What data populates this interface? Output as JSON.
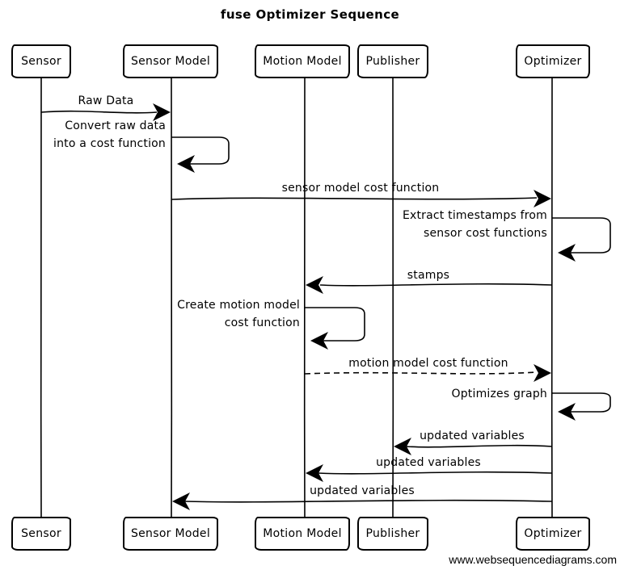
{
  "title": "fuse Optimizer Sequence",
  "watermark": "www.websequencediagrams.com",
  "colors": {
    "line": "#000000",
    "background": "#ffffff",
    "text": "#000000"
  },
  "actors": [
    {
      "name": "Sensor"
    },
    {
      "name": "Sensor Model"
    },
    {
      "name": "Motion Model"
    },
    {
      "name": "Publisher"
    },
    {
      "name": "Optimizer"
    }
  ],
  "messages": [
    {
      "from": "Sensor",
      "to": "Sensor Model",
      "type": "solid",
      "label": "Raw Data"
    },
    {
      "from": "Sensor Model",
      "to": "Sensor Model",
      "type": "self",
      "label": "Convert raw data\ninto a cost function"
    },
    {
      "from": "Sensor Model",
      "to": "Optimizer",
      "type": "solid",
      "label": "sensor model cost function"
    },
    {
      "from": "Optimizer",
      "to": "Optimizer",
      "type": "self",
      "label": "Extract timestamps from\nsensor cost functions"
    },
    {
      "from": "Optimizer",
      "to": "Motion Model",
      "type": "solid",
      "label": "stamps"
    },
    {
      "from": "Motion Model",
      "to": "Motion Model",
      "type": "self",
      "label": "Create motion model\ncost function"
    },
    {
      "from": "Motion Model",
      "to": "Optimizer",
      "type": "dashed",
      "label": "motion model cost function"
    },
    {
      "from": "Optimizer",
      "to": "Optimizer",
      "type": "self",
      "label": "Optimizes graph"
    },
    {
      "from": "Optimizer",
      "to": "Publisher",
      "type": "solid",
      "label": "updated variables"
    },
    {
      "from": "Optimizer",
      "to": "Motion Model",
      "type": "solid",
      "label": "updated variables"
    },
    {
      "from": "Optimizer",
      "to": "Sensor Model",
      "type": "solid",
      "label": "updated variables"
    }
  ]
}
